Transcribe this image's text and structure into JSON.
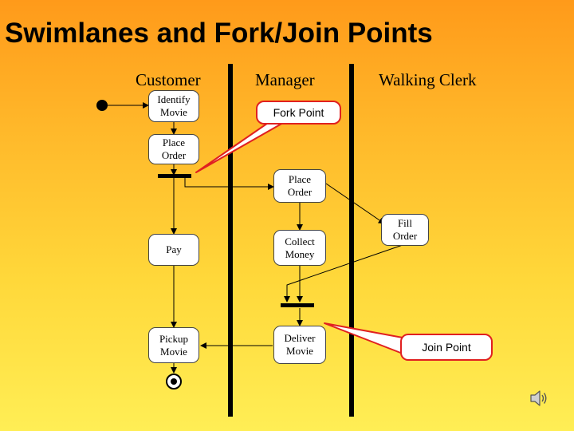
{
  "title": "Swimlanes and Fork/Join Points",
  "lanes": {
    "customer": "Customer",
    "manager": "Manager",
    "walking_clerk": "Walking Clerk"
  },
  "activities": {
    "identify_movie": "Identify\nMovie",
    "place_order_customer": "Place\nOrder",
    "place_order_manager": "Place\nOrder",
    "fill_order": "Fill\nOrder",
    "pay": "Pay",
    "collect_money": "Collect\nMoney",
    "pickup_movie": "Pickup\nMovie",
    "deliver_movie": "Deliver\nMovie"
  },
  "callouts": {
    "fork_point": "Fork Point",
    "join_point": "Join Point"
  },
  "colors": {
    "callout_border": "#e02020",
    "gradient_top": "#ff9a1a",
    "gradient_bottom": "#ffee55"
  },
  "icons": {
    "speaker": "speaker-icon"
  }
}
